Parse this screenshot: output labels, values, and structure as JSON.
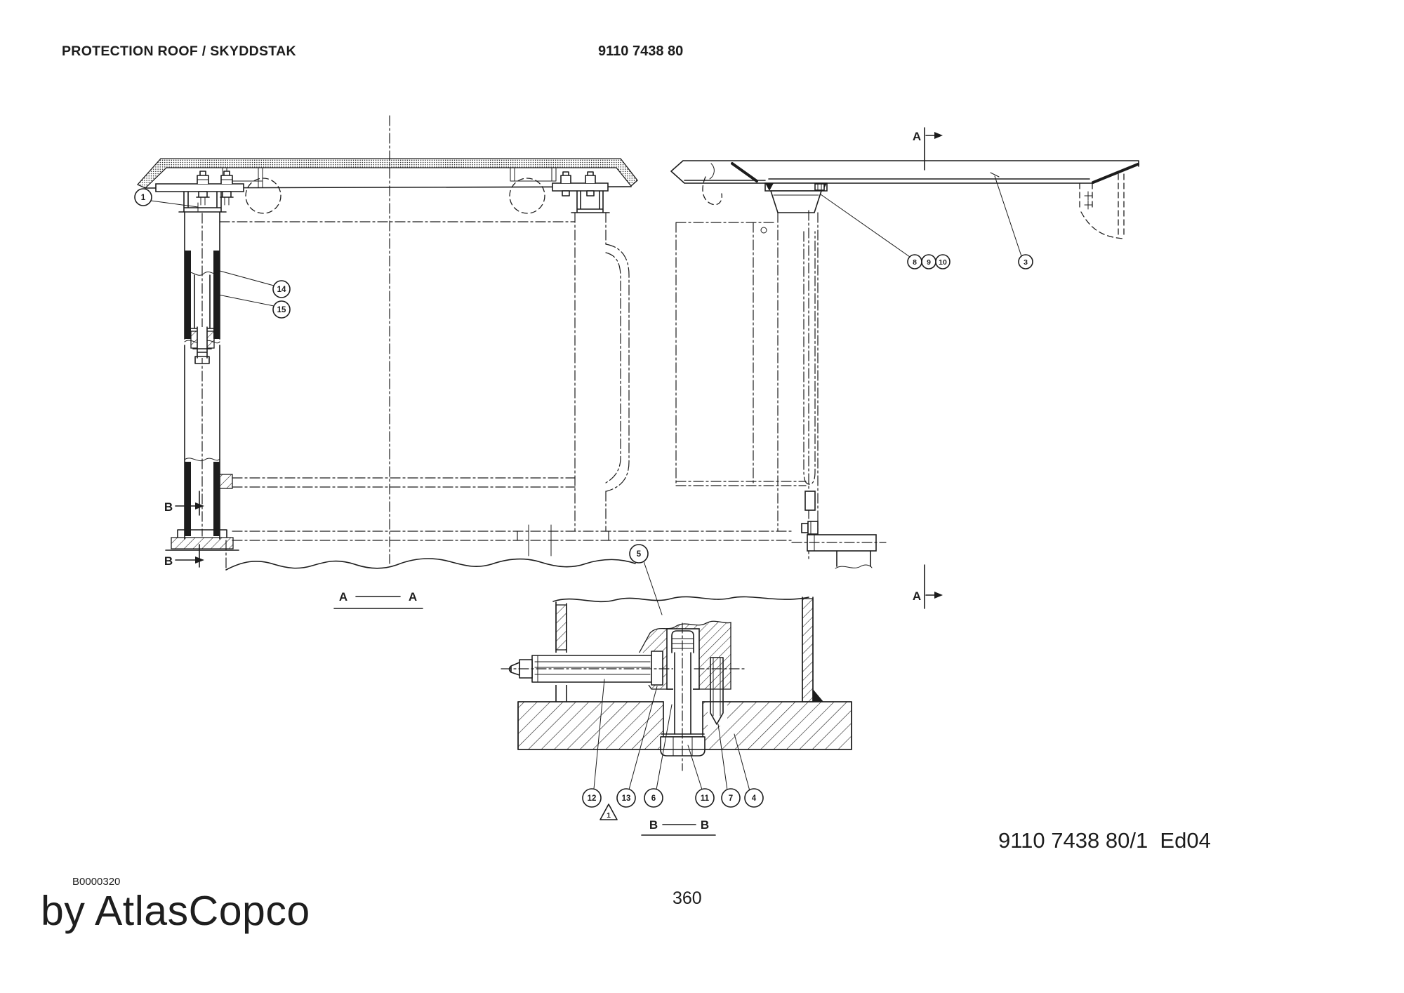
{
  "header": {
    "title": "PROTECTION ROOF / SKYDDSTAK",
    "part_number": "9110 7438 80"
  },
  "drawing": {
    "section_aa": {
      "left": "A",
      "right": "A"
    },
    "section_bb": {
      "left": "B",
      "right": "B"
    },
    "plane_a": {
      "top": "A",
      "bottom": "A"
    },
    "plane_b": {
      "upper": "B",
      "lower": "B"
    },
    "note_triangle": "1",
    "callouts": {
      "c1": "1",
      "c3": "3",
      "c4": "4",
      "c5": "5",
      "c6": "6",
      "c7": "7",
      "c8": "8",
      "c9": "9",
      "c10": "10",
      "c11": "11",
      "c12": "12",
      "c13": "13",
      "c14": "14",
      "c15": "15"
    }
  },
  "footer": {
    "figure_code": "B0000320",
    "brand_line": "by AtlasCopco",
    "page_number": "360",
    "edition": "9110 7438 80/1  Ed04"
  },
  "colors": {
    "ink": "#1c1c1c",
    "paper": "#ffffff"
  }
}
